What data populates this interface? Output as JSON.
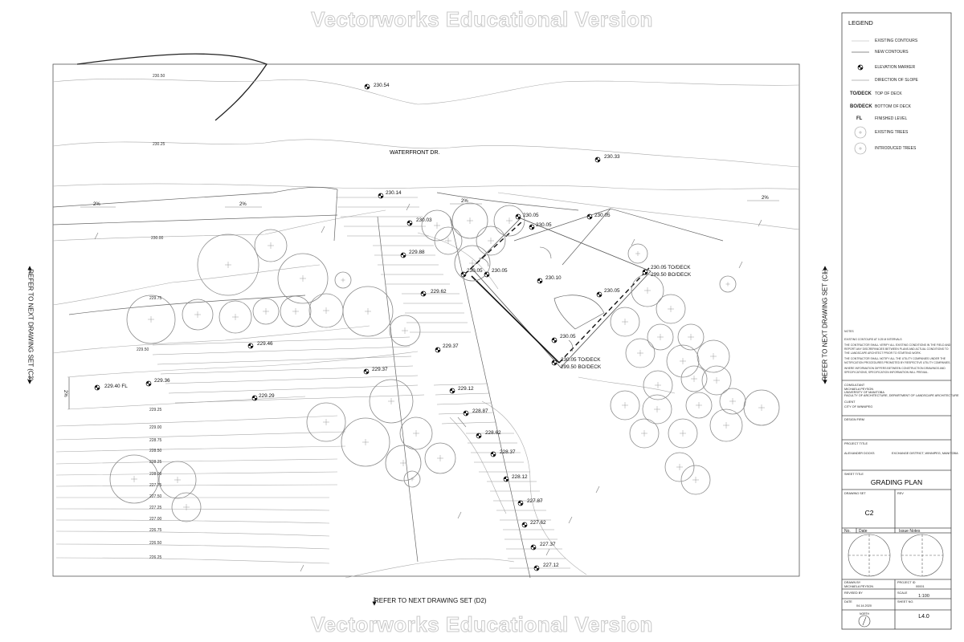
{
  "watermark": "Vectorworks Educational Version",
  "references": {
    "left": "REFER TO NEXT DRAWING SET (C3)",
    "right": "REFER TO NEXT DRAWING SET (C1)",
    "bottom": "REFER TO NEXT DRAWING SET (D2)"
  },
  "plan": {
    "street": "WATERFRONT DR.",
    "slopes": [
      "2%",
      "2%",
      "2%",
      "2%",
      "2%"
    ],
    "contours": [
      "230.50",
      "230.25",
      "230.00",
      "229.75",
      "229.50",
      "229.25",
      "229.00",
      "228.75",
      "228.50",
      "228.25",
      "228.00",
      "227.75",
      "227.50",
      "227.25",
      "227.00",
      "226.75",
      "226.50",
      "226.25"
    ],
    "elevations": [
      "230.54",
      "230.33",
      "230.14",
      "230.03",
      "230.05",
      "230.05",
      "230.05",
      "229.88",
      "230.05",
      "230.05",
      "230.10",
      "230.05 TO/DECK",
      "299.50 BO/DECK",
      "230.05",
      "229.62",
      "230.05",
      "229.46",
      "229.37",
      "229.37",
      "230.05 TO/DECK",
      "299.50 BO/DECK",
      "229.40 FL",
      "229.36",
      "229.29",
      "229.12",
      "228.87",
      "228.62",
      "228.37",
      "228.12",
      "227.87",
      "227.62",
      "227.37",
      "227.12"
    ]
  },
  "legend": {
    "title": "LEGEND",
    "items": [
      {
        "symbol": "",
        "label": "EXISTING CONTOURS"
      },
      {
        "symbol": "",
        "label": "NEW CONTOURS"
      },
      {
        "symbol": "",
        "label": "ELEVATION MARKER"
      },
      {
        "symbol": "",
        "label": "DIRECTION OF SLOPE"
      },
      {
        "symbol": "TO/DECK",
        "label": "TOP OF DECK"
      },
      {
        "symbol": "BO/DECK",
        "label": "BOTTOM OF DECK"
      },
      {
        "symbol": "FL",
        "label": "FINISHED LEVEL"
      },
      {
        "symbol": "",
        "label": "EXISTING TREES"
      },
      {
        "symbol": "",
        "label": "INTRODUCED TREES"
      }
    ]
  },
  "notes": {
    "title": "NOTES",
    "lines": [
      "EXISTING CONTOURS AT 0.25 M INTERVALS",
      "THE CONTRACTOR SHALL VERIFY ALL EXISTING CONDITIONS IN THE FIELD AND",
      "REPORT ANY DISCREPANCIES BETWEEN PLANS AND ACTUAL CONDITIONS TO",
      "THE LANDSCAPE ARCHITECT PRIOR TO STARTING WORK.",
      "THE CONTRACTOR SHALL NOTIFY ALL THE UTILITY COMPANIES UNDER THE",
      "NOTIFICATION PROCEDURES PROMOTED BY RESPECTIVE UTILITY COMPANIES.",
      "WHERE INFORMATION DIFFERS BETWEEN CONSTRUCTION DRAWINGS AND",
      "SPECIFICATIONS, SPECIFICATION INFORMATION WILL PREVAIL."
    ]
  },
  "title_block": {
    "consultant_label": "CONSULTANT",
    "consultant_lines": [
      "MICHAELA PEYSON",
      "UNIVERSITY OF MANITOBA",
      "FACULTY OF ARCHITECTURE, DEPARTMENT OF LANDSCAPE ARCHITECTURE"
    ],
    "client_label": "CLIENT",
    "client": "CITY OF WINNIPEG",
    "design_firm_label": "DESIGN FIRM",
    "project_title_label": "PROJECT TITLE",
    "project_name": "ALEXANDER DOCKS",
    "project_location": "EXCHANGE DISTRICT, WINNIPEG, MANITOBA",
    "sheet_title_label": "SHEET TITLE",
    "sheet_title": "GRADING PLAN",
    "drawing_set_label": "DRAWING SET",
    "drawing_set": "C2",
    "rev_label": "REV",
    "no_label": "No.",
    "date_label": "Date",
    "issue_notes_label": "Issue Notes",
    "drawn_by_label": "DRAWN BY",
    "drawn_by": "MICHAELA PEYSON",
    "project_id_label": "PROJECT ID",
    "project_id": "00001",
    "revised_by_label": "REVISED BY",
    "scale_label": "SCALE",
    "scale": "1:100",
    "date_field_label": "DATE",
    "date": "04.14.2020",
    "sheet_no_label": "SHEET NO.",
    "sheet_no": "L4.0",
    "north_label": "NORTH"
  }
}
